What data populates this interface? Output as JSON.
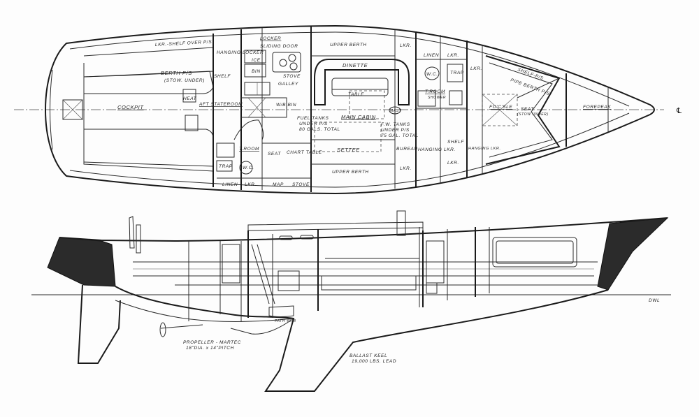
{
  "plan_view": {
    "labels": {
      "shelf": "LKR.-SHELF OVER P/S",
      "berth": "BERTH P/S",
      "stow": "(STOW. UNDER)",
      "cockpit": "COCKPIT",
      "hanging_locker": "HANGING LOCKER",
      "nav": "SHELF",
      "heat": "HEAT",
      "aft_stateroom": "AFT STATEROOM",
      "locker": "LOCKER",
      "sliding_door": "SLIDING DOOR",
      "ice": "ICE",
      "bin": "BIN",
      "galley": "GALLEY",
      "stove": "STOVE",
      "wood_bin": "W/B BIN",
      "fuel_tanks": "FUEL TANKS",
      "fuel_under": "UNDER P/S",
      "fuel_total": "80 GALS. TOTAL",
      "upper_berth_top": "UPPER BERTH",
      "dinette": "DINETTE",
      "table": "TABLE",
      "main_cabin": "MAIN CABIN",
      "mast": "MAST",
      "fw_tanks": "F.W. TANKS",
      "fw_under": "UNDER P/S",
      "fw_total": "75 GAL. TOTAL",
      "settee": "SETTEE",
      "upper_berth_bottom": "UPPER BERTH",
      "troom_aft": "T.ROOM",
      "wc_aft": "W.C.",
      "trap_aft": "TRAP",
      "seat": "SEAT",
      "chart_table": "CHART TABLE",
      "linen_aft": "LINEN",
      "lkr_aft": "LKR.",
      "map": "MAP",
      "stove2": "STOVE",
      "lkr1": "LKR.",
      "lkr2": "LKR.",
      "linen_fwd": "LINEN",
      "lkr3": "LKR.",
      "wc_fwd": "W.C.",
      "trap_fwd": "TRAP",
      "troom_fwd": "T.ROOM",
      "shower": "SHOWER",
      "lkr4": "LKR.",
      "bureau": "BUREAU",
      "hanging_lkr": "HANGING LKR.",
      "shelf2": "SHELF",
      "lkr5": "LKR.",
      "hanging_lkr2": "HANGING LKR.",
      "shelf_pb": "SHELF-P/S",
      "pipe_berth": "PIPE BERTH P/S",
      "fo_c_sle": "FO'C'SLE",
      "seat_fwd": "SEAT",
      "seat_stow": "(STOW UNDER)",
      "forepeak": "FOREPEAK",
      "centerline": "℄"
    }
  },
  "profile_view": {
    "labels": {
      "dwl": "DWL",
      "engine": "PATH 4038",
      "propeller": "PROPELLER - MARTEC",
      "propeller_size": "18\"DIA. x 14\"PITCH",
      "ballast_keel": "BALLAST KEEL",
      "ballast_weight": "19,000 LBS. LEAD"
    }
  },
  "colors": {
    "ink": "#222222",
    "paper": "#fdfdfd",
    "fill": "#2b2b2b"
  }
}
